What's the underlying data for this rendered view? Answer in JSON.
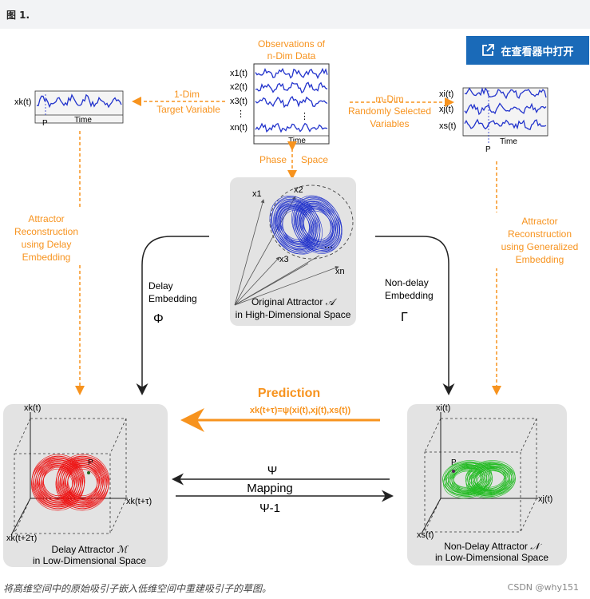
{
  "header": {
    "figure_label": "图 1."
  },
  "viewer_button": {
    "label": "在查看器中打开",
    "icon": "external-link-icon"
  },
  "diagram": {
    "observations_title_1": "Observations of",
    "observations_title_2": "n-Dim Data",
    "series_labels": [
      "x1(t)",
      "x2(t)",
      "x3(t)",
      "xn(t)"
    ],
    "time_label": "Time",
    "target_signal_label": "xk(t)",
    "point_label": "P",
    "target_arrow_label_1": "1-Dim",
    "target_arrow_label_2": "Target Variable",
    "random_arrow_label_1": "m-Dim",
    "random_arrow_label_2": "Randomly Selected",
    "random_arrow_label_3": "Variables",
    "random_series_labels": [
      "xi(t)",
      "xj(t)",
      "xs(t)"
    ],
    "phase_label": "Phase",
    "space_label": "Space",
    "original_attractor_1": "Original Attractor",
    "original_attractor_symbol": "𝒜",
    "original_attractor_2": "in High-Dimensional Space",
    "axis_labels_original": [
      "x1",
      "x2",
      "x3",
      "xn"
    ],
    "left_reconstruction": [
      "Attractor",
      "Reconstruction",
      "using Delay",
      "Embedding"
    ],
    "right_reconstruction": [
      "Attractor",
      "Reconstruction",
      "using Generalized",
      "Embedding"
    ],
    "delay_embedding": [
      "Delay",
      "Embedding"
    ],
    "delay_symbol": "Φ",
    "nondelay_embedding": [
      "Non-delay",
      "Embedding"
    ],
    "nondelay_symbol": "Γ",
    "prediction_title": "Prediction",
    "prediction_formula": "xk(t+τ)=ψ(xi(t),xj(t),xs(t))",
    "mapping_label": "Mapping",
    "psi_symbol": "Ψ",
    "psi_inverse_symbol": "Ψ-1",
    "delay_attractor_axes": [
      "xk(t)",
      "xk(t+τ)",
      "xk(t+2τ)"
    ],
    "delay_attractor_1": "Delay Attractor",
    "delay_attractor_symbol": "ℳ",
    "delay_attractor_2": "in Low-Dimensional  Space",
    "nondelay_attractor_axes": [
      "xi(t)",
      "xj(t)",
      "xs(t)"
    ],
    "nondelay_attractor_1": "Non-Delay Attractor",
    "nondelay_attractor_symbol": "𝒩",
    "nondelay_attractor_2": "in Low-Dimensional  Space"
  },
  "caption": "将高维空间中的原始吸引子嵌入低维空间中重建吸引子的草图。",
  "watermark": "CSDN @why151",
  "colors": {
    "orange": "#f7931e",
    "blue": "#2233cc",
    "red": "#ee1111",
    "green": "#22bb22",
    "button_blue": "#1a6ab8"
  }
}
